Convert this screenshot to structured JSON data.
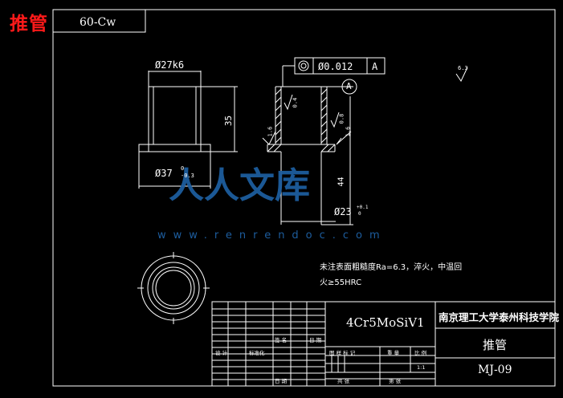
{
  "header": {
    "corner_title": "推管",
    "drawing_code": "60-Cw"
  },
  "front_view": {
    "dim_diameter_top": "Ø27k6",
    "dim_height": "35",
    "dim_flange_diameter": "Ø37",
    "dim_flange_tol_upper": "0",
    "dim_flange_tol_lower": "-0.3"
  },
  "section_view": {
    "tolerance_frame_value": "Ø0.012",
    "tolerance_frame_datum": "A",
    "datum_label": "A",
    "roughness_left": "0.4",
    "roughness_right": "0.8",
    "dim_step_left": "1.6",
    "dim_step_right": "1.6",
    "dim_total_height": "44",
    "dim_bore": "Ø23",
    "dim_bore_tol_upper": "+0.1",
    "dim_bore_tol_lower": "0"
  },
  "general_roughness": "6.3",
  "notes": {
    "line1": "未注表面粗糙度Ra=6.3，淬火，中温回",
    "line2": "火≥55HRC"
  },
  "title_block": {
    "material": "4Cr5MoSiV1",
    "school": "南京理工大学泰州科技学院",
    "part_name": "推管",
    "drawing_number": "MJ-09",
    "scale": "1:1",
    "row_labels": [
      "设 计",
      "标准化",
      "签 名",
      "日 期"
    ],
    "stage_labels": [
      "图 样 标 记",
      "重 量",
      "比 例"
    ],
    "bottom_labels": [
      "共 张",
      "第 张"
    ],
    "date_label": "日 期"
  },
  "watermark": {
    "big_text": "人人文库",
    "url": "www.renrendoc.com"
  },
  "colors": {
    "background": "#000000",
    "lines": "#ffffff",
    "title_red": "#ff1a1a",
    "watermark_blue": "#1d5d9e"
  }
}
